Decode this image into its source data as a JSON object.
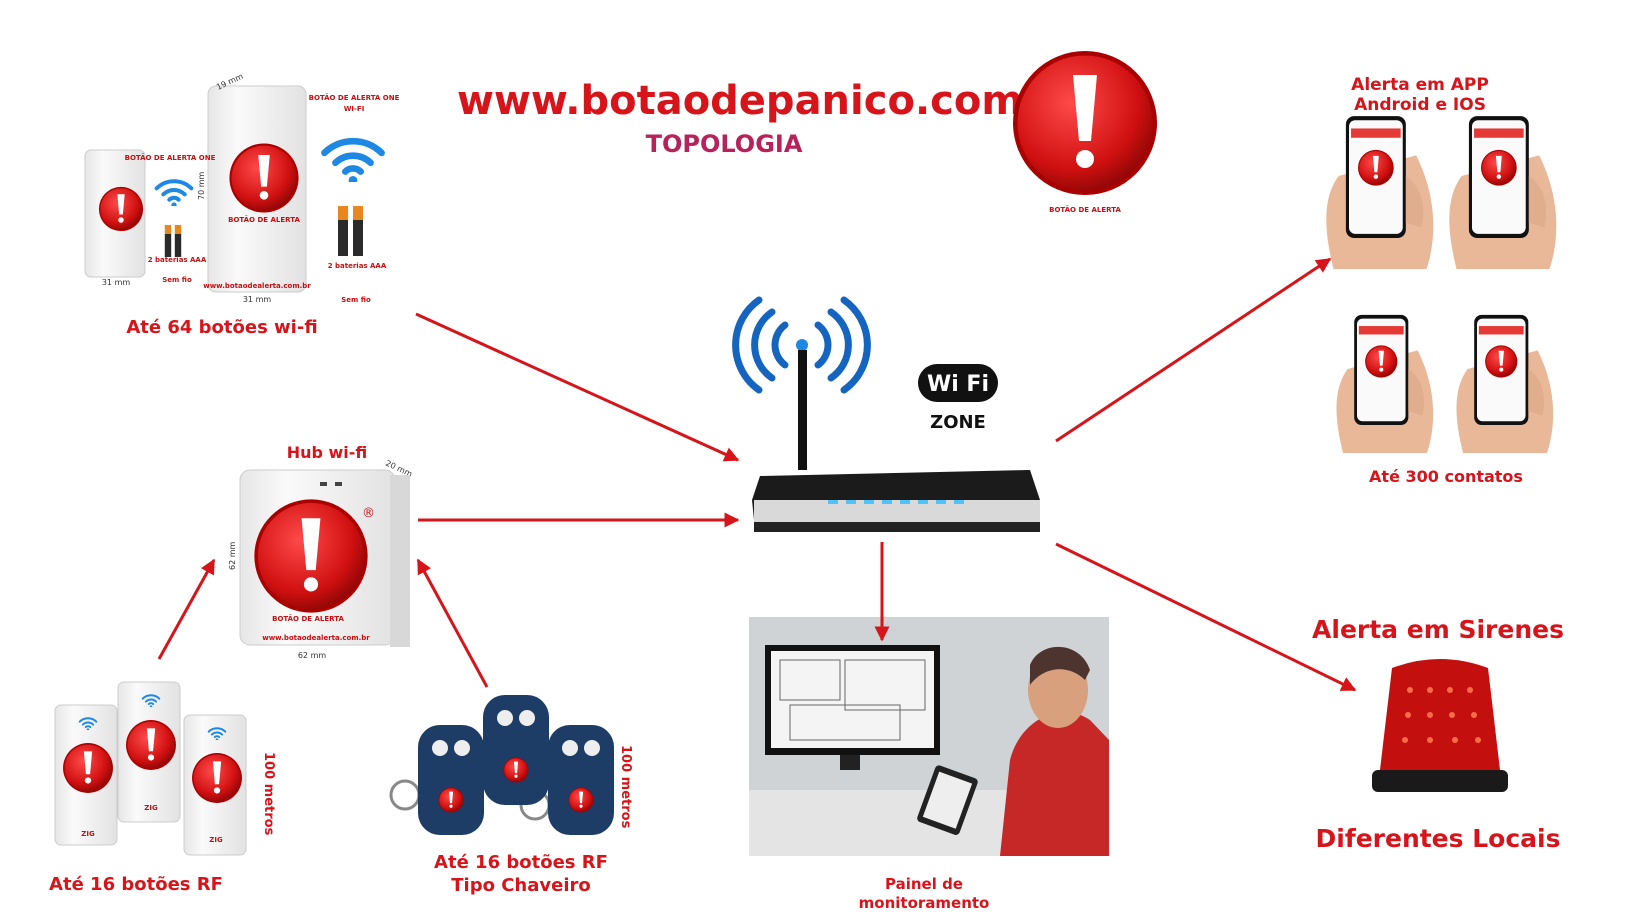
{
  "header": {
    "site": "www.botaodepanico.com",
    "subtitle": "TOPOLOGIA",
    "logo_caption": "BOTÃO DE ALERTA"
  },
  "colors": {
    "brand_red": "#d7141a",
    "subtitle": "#b8215a",
    "wifi_blue": "#1e88e5",
    "arrow": "#d7141a"
  },
  "wifi_buttons": {
    "label": "Até 64 botões  wi-fi",
    "product_name": "BOTÃO DE ALERTA  ONE",
    "product_sub": "WI-FI",
    "batteries": "2 baterias AAA",
    "wireless": "Sem fio",
    "dim_depth": "19 mm",
    "dim_height": "70 mm",
    "dim_width": "31 mm",
    "device_caption": "BOTÃO DE ALERTA",
    "device_url": "www.botaodealerta.com.br"
  },
  "hub": {
    "label": "Hub wi-fi",
    "dim_depth": "20 mm",
    "dim_height": "62 mm",
    "dim_width": "62 mm",
    "caption": "BOTÃO DE ALERTA",
    "url": "www.botaodealerta.com.br"
  },
  "rf_buttons": {
    "label": "Até 16 botões RF",
    "range": "100 metros",
    "tag": "ZIG"
  },
  "keyfobs": {
    "label_line1": "Até 16 botões  RF",
    "label_line2": "Tipo Chaveiro",
    "range": "100 metros"
  },
  "router": {
    "wifi_logo": "Wi Fi",
    "zone": "ZONE"
  },
  "monitoring": {
    "label_line1": "Painel de",
    "label_line2": "monitoramento"
  },
  "app": {
    "label_line1": "Alerta em APP",
    "label_line2": "Android e IOS",
    "contacts": "Até 300 contatos",
    "screen_title": "Botão de Alerta"
  },
  "sirens": {
    "title": "Alerta em Sirenes",
    "subtitle": "Diferentes Locais"
  }
}
